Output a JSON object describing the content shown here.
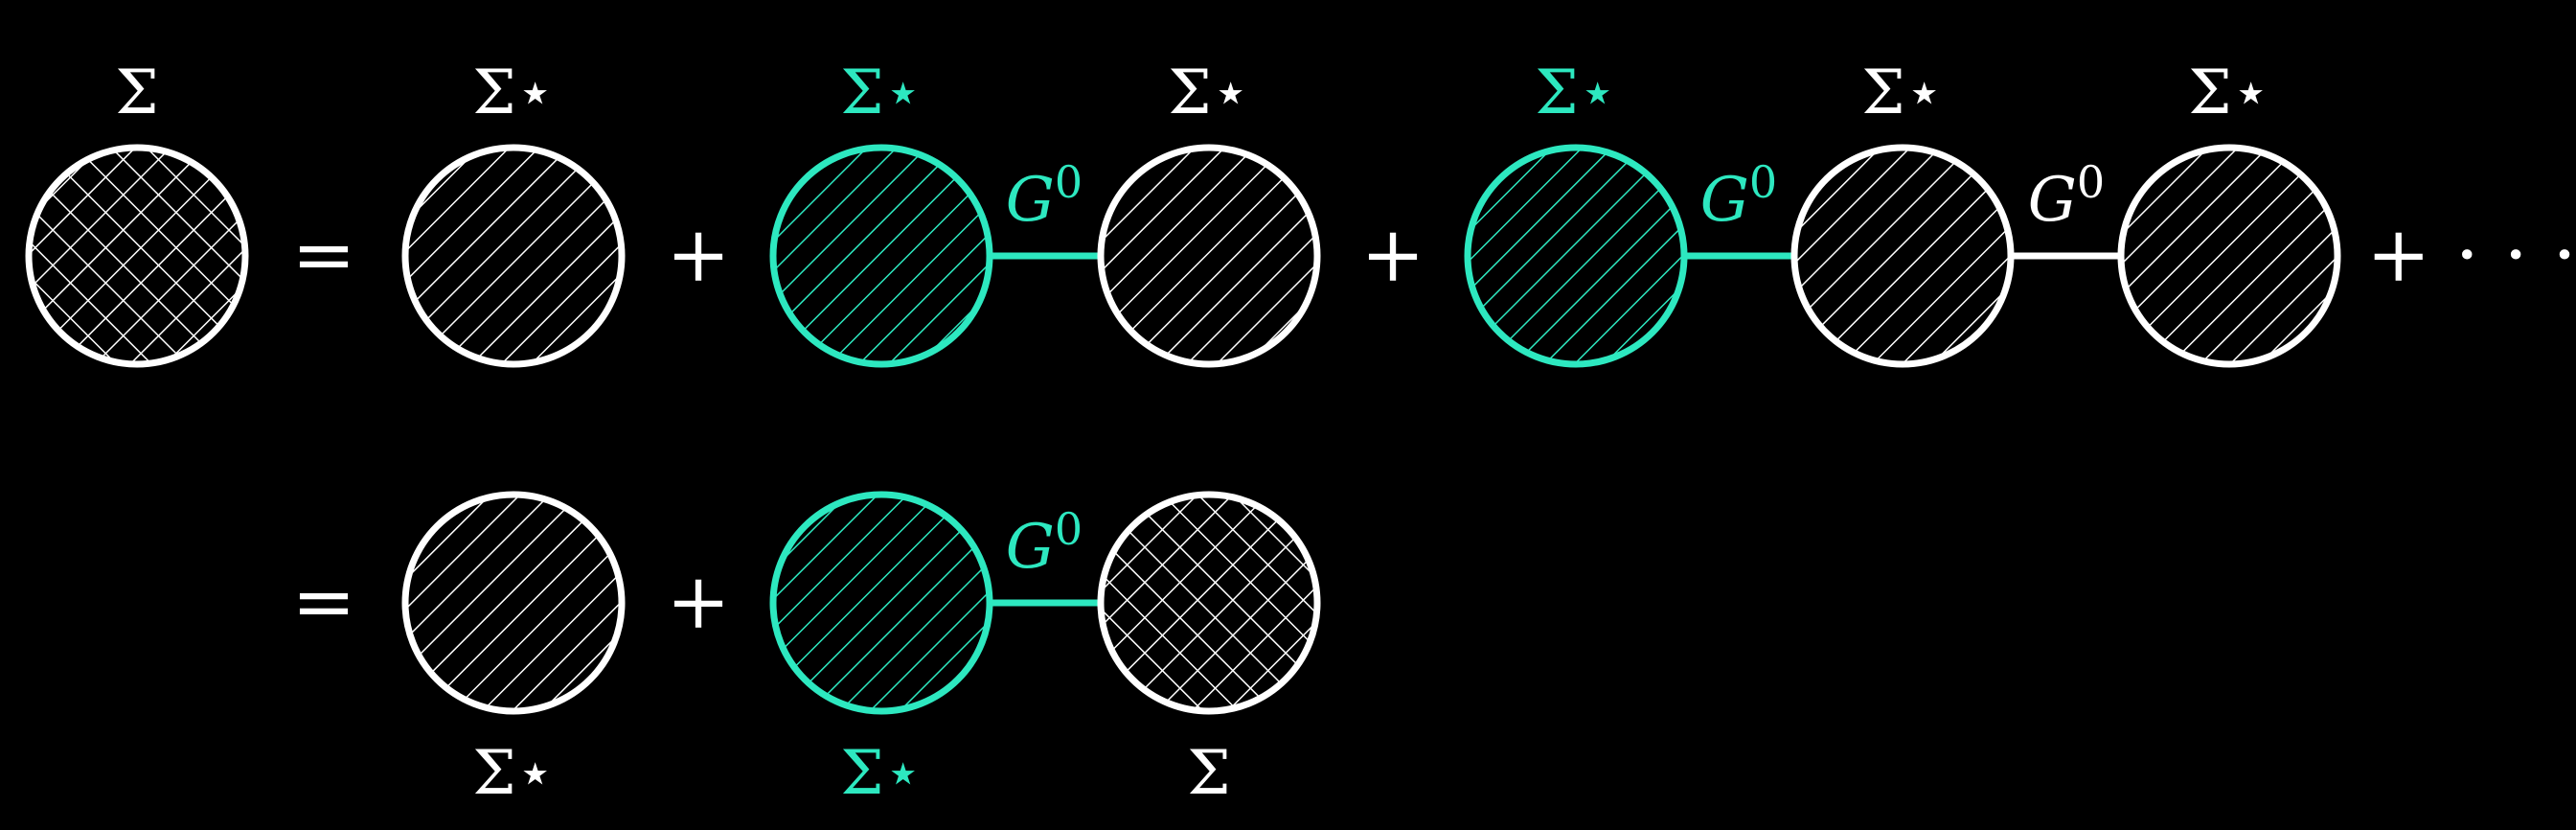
{
  "colors": {
    "background": "#000000",
    "primary": "#ffffff",
    "accent": "#2de8c0"
  },
  "symbols": {
    "sigma": "Σ",
    "sigma_star_base": "Σ",
    "star": "⋆",
    "propagator": "G",
    "propagator_sup": "0",
    "equals": "=",
    "plus": "+",
    "ellipsis": "· · ·"
  },
  "row1": {
    "lhs_label": "Σ",
    "terms": [
      {
        "nodes": [
          {
            "label": "Σ⋆",
            "accent": false
          }
        ]
      },
      {
        "nodes": [
          {
            "label": "Σ⋆",
            "accent": true
          },
          {
            "label": "Σ⋆",
            "accent": false
          }
        ],
        "links": [
          {
            "label": "G0",
            "accent": true
          }
        ]
      },
      {
        "nodes": [
          {
            "label": "Σ⋆",
            "accent": true
          },
          {
            "label": "Σ⋆",
            "accent": false
          },
          {
            "label": "Σ⋆",
            "accent": false
          }
        ],
        "links": [
          {
            "label": "G0",
            "accent": true
          },
          {
            "label": "G0",
            "accent": false
          }
        ]
      }
    ],
    "trailing": "+ · · ·"
  },
  "row2": {
    "terms": [
      {
        "nodes": [
          {
            "label": "Σ⋆",
            "accent": false
          }
        ]
      },
      {
        "nodes": [
          {
            "label": "Σ⋆",
            "accent": true
          },
          {
            "label": "Σ",
            "accent": false
          }
        ],
        "links": [
          {
            "label": "G0",
            "accent": true
          }
        ]
      }
    ]
  }
}
